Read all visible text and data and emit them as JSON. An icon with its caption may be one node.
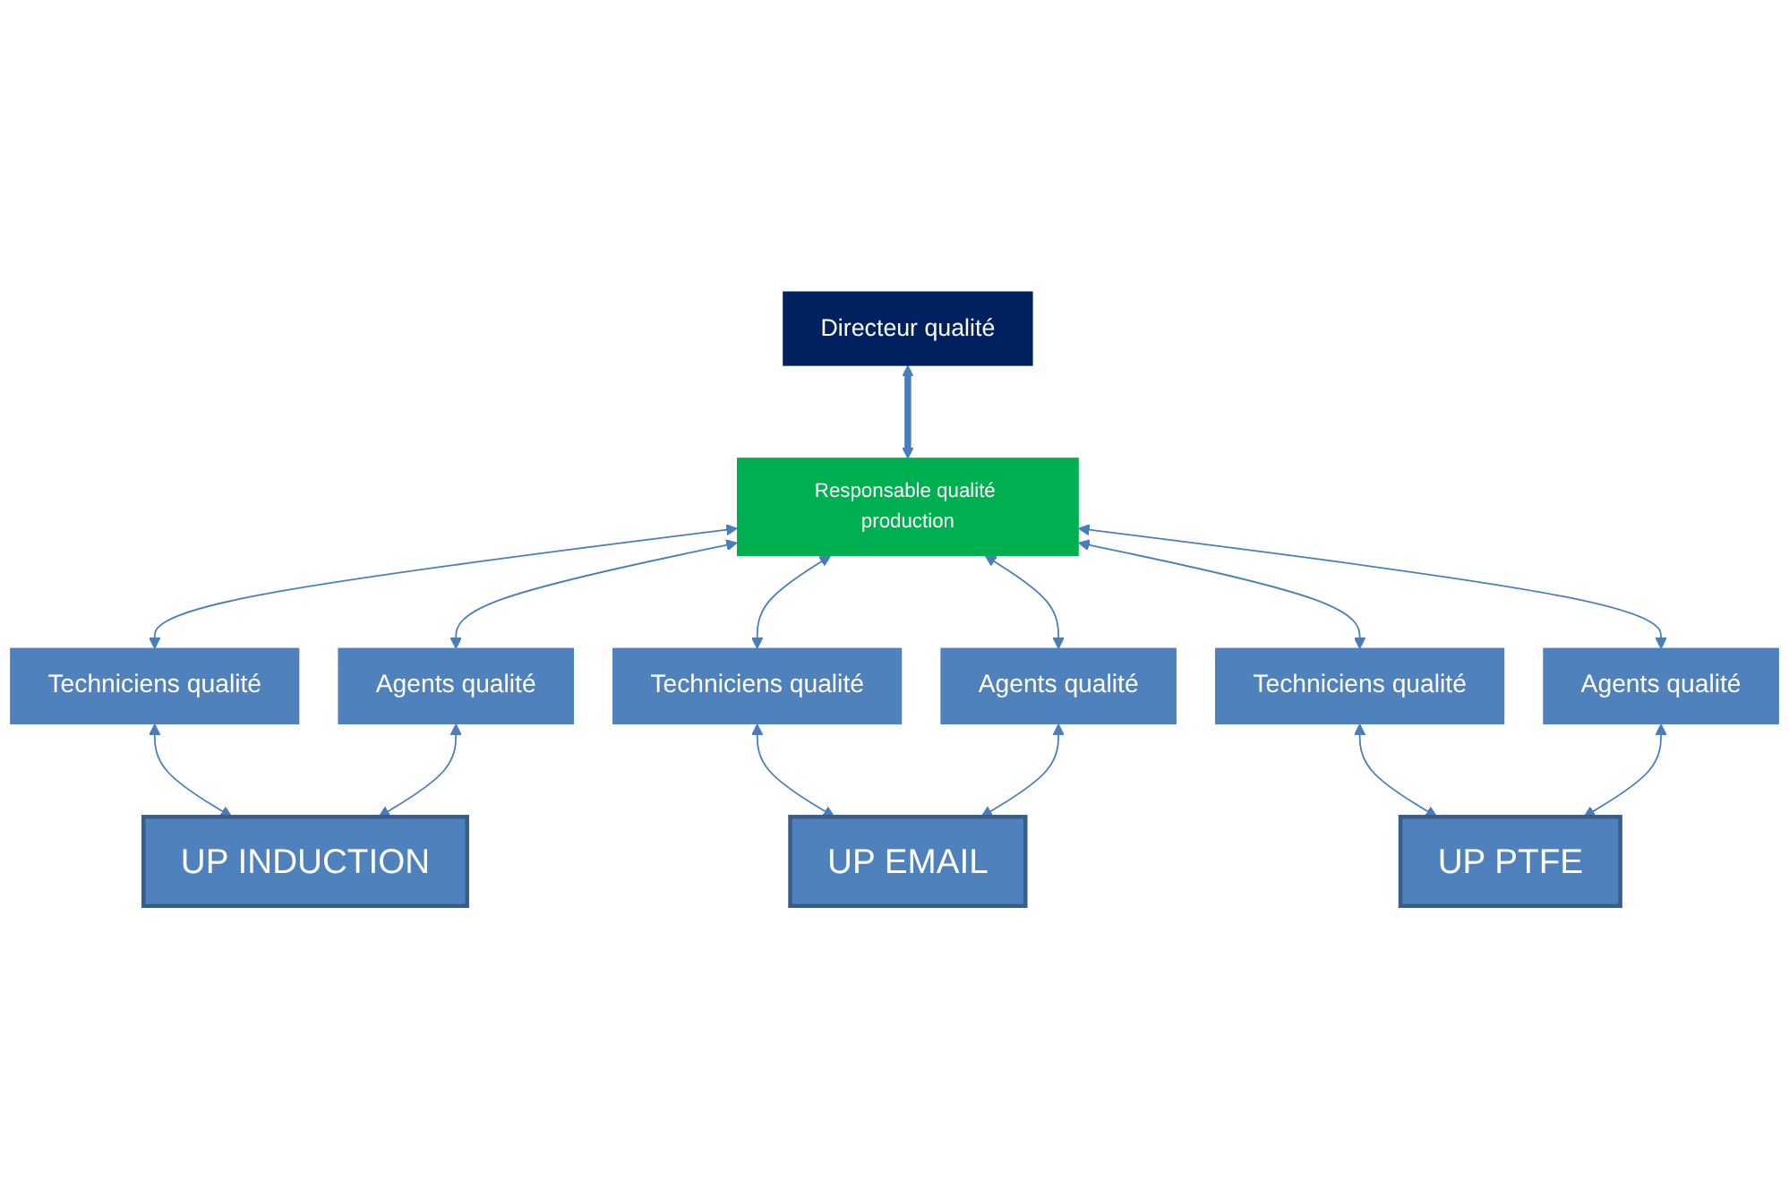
{
  "diagram": {
    "nodes": [
      {
        "text": [
          "Directeur qualité"
        ]
      },
      {
        "text": [
          "Responsable qualité production"
        ]
      },
      {
        "text": [
          "Techniciens qualité"
        ]
      },
      {
        "text": [
          "Agents qualité"
        ]
      },
      {
        "text": [
          "Techniciens qualité"
        ]
      },
      {
        "text": [
          "Agents qualité"
        ]
      },
      {
        "text": [
          "Techniciens qualité"
        ]
      },
      {
        "text": [
          "Agents qualité"
        ]
      },
      {
        "text": [
          "UP INDUCTION"
        ]
      },
      {
        "text": [
          "UP EMAIL"
        ]
      },
      {
        "text": [
          "UP PTFE"
        ]
      }
    ],
    "edges": [
      {
        "from": 0,
        "to": 1,
        "arrow": "both",
        "style": "thick"
      },
      {
        "from": 1,
        "to": 2,
        "arrow": "both"
      },
      {
        "from": 1,
        "to": 3,
        "arrow": "both"
      },
      {
        "from": 1,
        "to": 4,
        "arrow": "both"
      },
      {
        "from": 1,
        "to": 5,
        "arrow": "both"
      },
      {
        "from": 1,
        "to": 6,
        "arrow": "both"
      },
      {
        "from": 1,
        "to": 7,
        "arrow": "both"
      },
      {
        "from": 2,
        "to": 8,
        "arrow": "both"
      },
      {
        "from": 3,
        "to": 8,
        "arrow": "both"
      },
      {
        "from": 4,
        "to": 9,
        "arrow": "both"
      },
      {
        "from": 5,
        "to": 9,
        "arrow": "both"
      },
      {
        "from": 6,
        "to": 10,
        "arrow": "both"
      },
      {
        "from": 7,
        "to": 10,
        "arrow": "both"
      }
    ]
  }
}
